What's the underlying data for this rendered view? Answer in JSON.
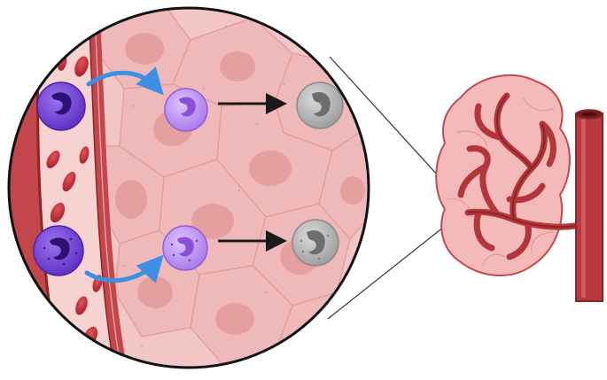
{
  "figure": {
    "type": "illustration",
    "text": "",
    "colors": {
      "tissue": "#f3c3c3",
      "tissue_cell": "#eaa9a9",
      "cell_border": "#e6a0a0",
      "vessel": "#b8383b",
      "vessel_dark": "#8e2427",
      "vessel_lumen": "#f6d3d0",
      "rbc": "#c9323a",
      "neutrophil_blood": "#6f3bd1",
      "neutrophil_blood_light": "#8e63e6",
      "neutrophil_tissue": "#b58af2",
      "neutrophil_tissue_light": "#d1b3fb",
      "apoptotic_cell": "#a6a6a6",
      "apoptotic_cell_light": "#cfcfcf",
      "migration_arrow": "#3b8fe4",
      "black_arrow": "#1a1a1a",
      "node_tissue": "#f4b6b6",
      "node_vessel": "#b3363a"
    },
    "icons": [
      "magnified-tissue-circle",
      "blood-vessel",
      "red-blood-cell",
      "neutrophil",
      "apoptotic-neutrophil",
      "migration-arrow",
      "progression-arrow",
      "lymph-node-organ",
      "artery"
    ]
  }
}
